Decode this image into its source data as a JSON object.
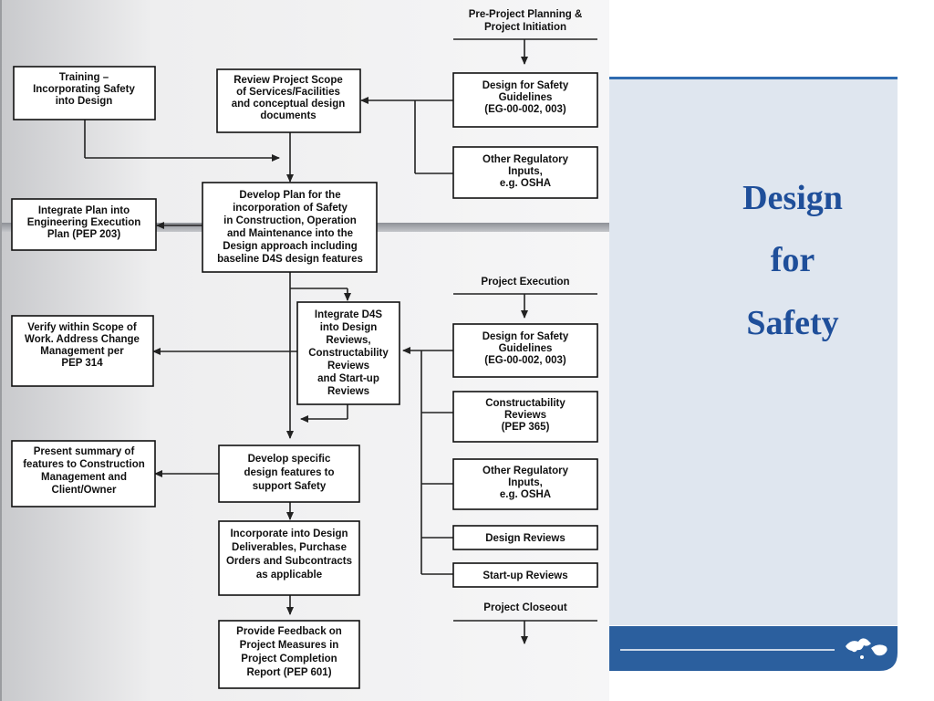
{
  "slide": {
    "title_lines": [
      "Design",
      "for",
      "Safety"
    ],
    "globe_icon": "globe-icon",
    "colors": {
      "panel": "#dfe6ef",
      "title": "#1f4f9a",
      "accent": "#2f6bb0",
      "bar": "#2b5f9e"
    }
  },
  "flow": {
    "pre_project": "Pre-Project Planning &|Project Initiation",
    "training": "Training –|Incorporating Safety|into Design",
    "review_scope": "Review Project Scope|of Services/Facilities|and conceptual design|documents",
    "dfs_guidelines_1": "Design for Safety|Guidelines|(EG-00-002, 003)",
    "other_reg_1": "Other Regulatory|Inputs,|e.g. OSHA",
    "integrate_plan": "Integrate Plan into|Engineering Execution|Plan (PEP 203)",
    "develop_plan": "Develop Plan for the|incorporation of Safety|in Construction, Operation|and Maintenance into the|Design approach including|baseline D4S design features",
    "project_execution": "Project Execution",
    "verify_scope": "Verify within Scope of|Work. Address Change|Management per|PEP 314",
    "integrate_d4s": "Integrate D4S|into Design|Reviews,|Constructability|Reviews|and Start-up|Reviews",
    "dfs_guidelines_2": "Design for Safety|Guidelines|(EG-00-002, 003)",
    "constructability": "Constructability|Reviews|(PEP 365)",
    "other_reg_2": "Other Regulatory|Inputs,|e.g. OSHA",
    "present_summary": "Present summary of|features to Construction|Management and|Client/Owner",
    "develop_specific": "Develop specific|design features to|support Safety",
    "design_reviews": "Design Reviews",
    "startup_reviews": "Start-up Reviews",
    "incorporate": "Incorporate into Design|Deliverables, Purchase|Orders and Subcontracts|as applicable",
    "project_closeout": "Project Closeout",
    "feedback": "Provide Feedback on|Project Measures in|Project Completion|Report (PEP 601)"
  }
}
